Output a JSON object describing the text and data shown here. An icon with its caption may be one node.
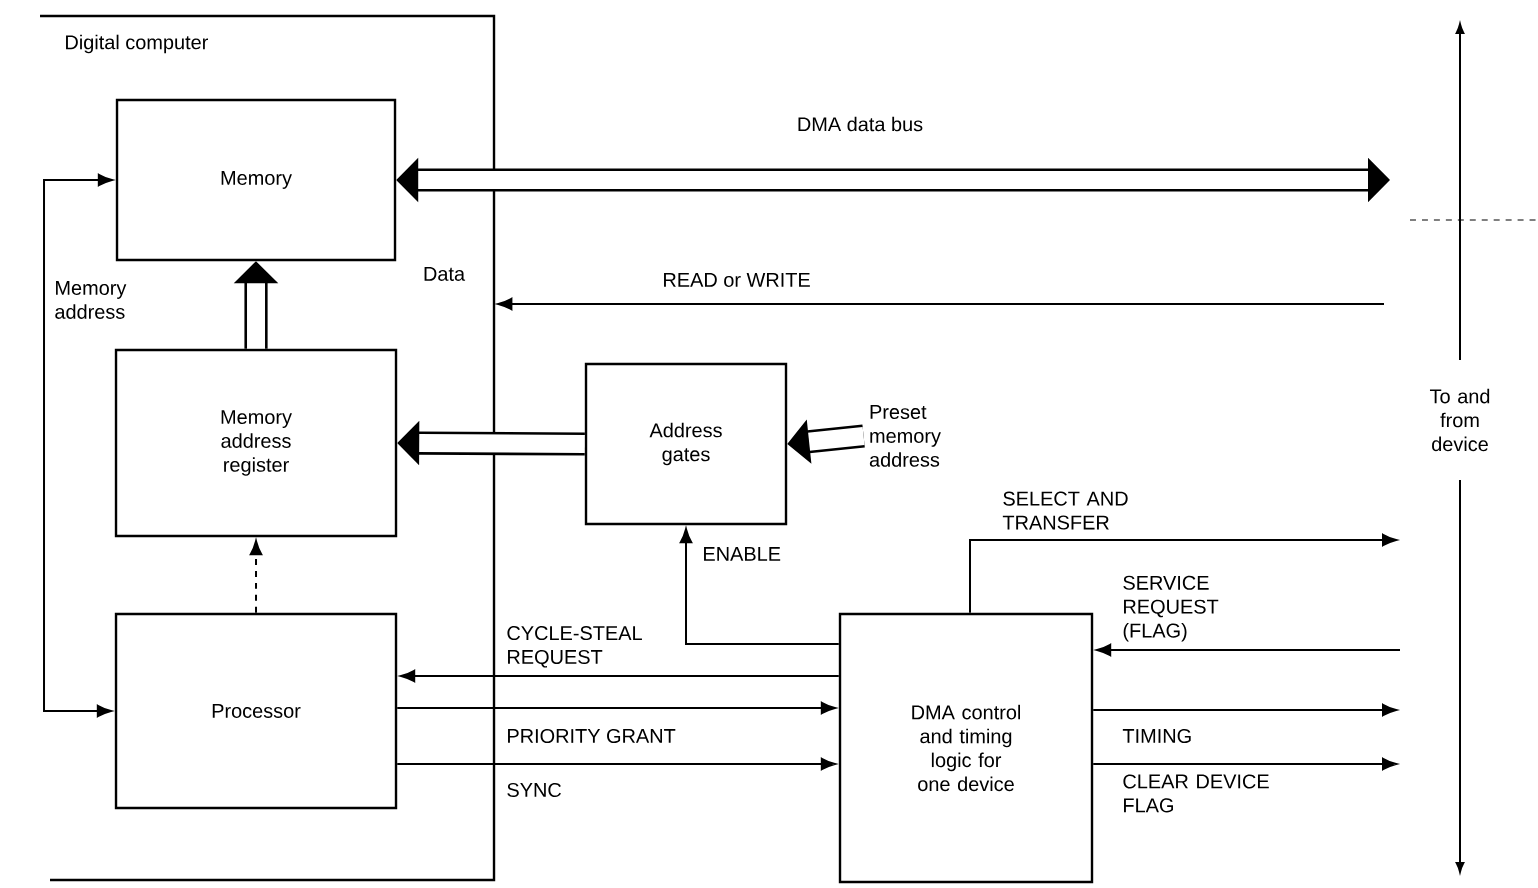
{
  "diagram": {
    "nodes": [
      {
        "text": [
          "Digital computer"
        ]
      },
      {
        "text": [
          "Memory"
        ],
        "in": 0
      },
      {
        "text": [
          "Memory address register"
        ],
        "in": 0
      },
      {
        "text": [
          "Processor"
        ],
        "in": 0
      },
      {
        "text": [
          "Address gates"
        ]
      },
      {
        "text": [
          "DMA control and timing logic for one device"
        ]
      },
      {
        "text": [
          "Preset memory address"
        ]
      }
    ],
    "edges": [
      {
        "from": null,
        "to": 1,
        "arrow": "both",
        "style": "thick",
        "label": "DMA data bus"
      },
      {
        "from": null,
        "to": 0,
        "arrow": "to",
        "label": "READ or WRITE"
      },
      {
        "from": 4,
        "to": 2,
        "arrow": "to",
        "style": "thick"
      },
      {
        "from": 6,
        "to": 4,
        "arrow": "to",
        "style": "thick"
      },
      {
        "from": 2,
        "to": 1,
        "arrow": "to",
        "style": "thick"
      },
      {
        "from": 3,
        "to": 2,
        "arrow": "to",
        "style": "dashed"
      },
      {
        "from": 3,
        "to": 1,
        "arrow": "both"
      },
      {
        "from": 5,
        "to": 4,
        "arrow": "to",
        "label": "ENABLE"
      },
      {
        "from": 5,
        "to": 3,
        "arrow": "to",
        "label": "CYCLE-STEAL REQUEST"
      },
      {
        "from": 3,
        "to": 5,
        "arrow": "to",
        "label": "PRIORITY GRANT"
      },
      {
        "from": 3,
        "to": 5,
        "arrow": "to",
        "label": "SYNC"
      },
      {
        "from": 5,
        "to": null,
        "arrow": "to",
        "label": "SELECT AND TRANSFER"
      },
      {
        "from": null,
        "to": 5,
        "arrow": "to",
        "label": "SERVICE REQUEST (FLAG)"
      },
      {
        "from": 5,
        "to": null,
        "arrow": "to",
        "label": "TIMING"
      },
      {
        "from": 5,
        "to": null,
        "arrow": "to",
        "label": "CLEAR DEVICE FLAG"
      }
    ],
    "labels": [
      "Data",
      "Memory address",
      "To and from device"
    ]
  }
}
